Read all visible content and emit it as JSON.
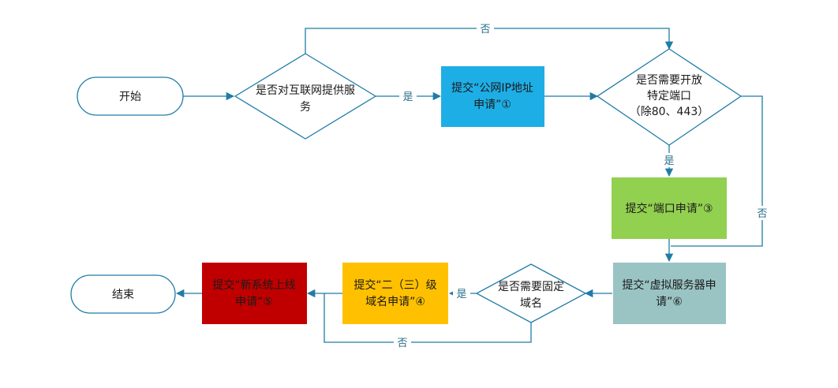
{
  "nodes": {
    "start": {
      "label": "开始"
    },
    "decision_internet": {
      "lines": [
        "是否对互联网提供服",
        "务"
      ]
    },
    "public_ip": {
      "lines": [
        "提交“公网IP地址",
        "申请”①"
      ]
    },
    "decision_port": {
      "lines": [
        "是否需要开放",
        "特定端口",
        "（除80、443）"
      ]
    },
    "port_request": {
      "label": "提交“端口申请”③"
    },
    "virtual_server": {
      "lines": [
        "提交“虚拟服务器申",
        "请”⑥"
      ]
    },
    "decision_domain": {
      "lines": [
        "是否需要固定",
        "域名"
      ]
    },
    "domain_request": {
      "lines": [
        "提交“二（三）级",
        "域名申请”④"
      ]
    },
    "new_system": {
      "lines": [
        "提交“新系统上线",
        "申请”⑤"
      ]
    },
    "end": {
      "label": "结束"
    }
  },
  "edge_labels": {
    "internet_yes": "是",
    "internet_no": "否",
    "port_yes": "是",
    "port_no": "否",
    "domain_yes": "是",
    "domain_no": "否"
  },
  "colors": {
    "line": "#1f7ca6",
    "outline": "#1f7ca6",
    "public_ip_fill": "#1eaee6",
    "port_request_fill": "#92d050",
    "virtual_server_fill": "#9ac3c3",
    "domain_request_fill": "#ffc000",
    "new_system_fill": "#c00000"
  }
}
